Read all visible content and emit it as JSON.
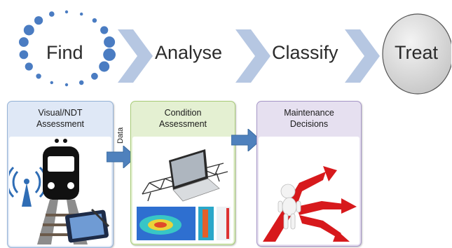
{
  "steps": {
    "find": "Find",
    "analyse": "Analyse",
    "classify": "Classify",
    "treat": "Treat"
  },
  "panels": [
    {
      "line1": "Visual/NDT",
      "line2": "Assessment",
      "color": "#dfe8f6",
      "border": "#95b3d7"
    },
    {
      "line1": "Condition",
      "line2": "Assessment",
      "color": "#e4f0d2",
      "border": "#a9cc79"
    },
    {
      "line1": "Maintenance",
      "line2": "Decisions",
      "color": "#e6e0f0",
      "border": "#a797c8"
    }
  ],
  "connector_label": "Data",
  "colors": {
    "accent_blue": "#4f81bd",
    "chevron": "#b6c7e2",
    "dot_blue": "#4a7cc2",
    "treat_fill": "#d9d9d9"
  },
  "icons": {
    "train": "train-icon",
    "signal": "wireless-signal-icon",
    "tablet": "tablet-icon",
    "laptop": "laptop-icon",
    "bridge": "bridge-icon",
    "heatmap": "stress-heatmap-image",
    "figure": "figure-at-crossroads-image"
  }
}
